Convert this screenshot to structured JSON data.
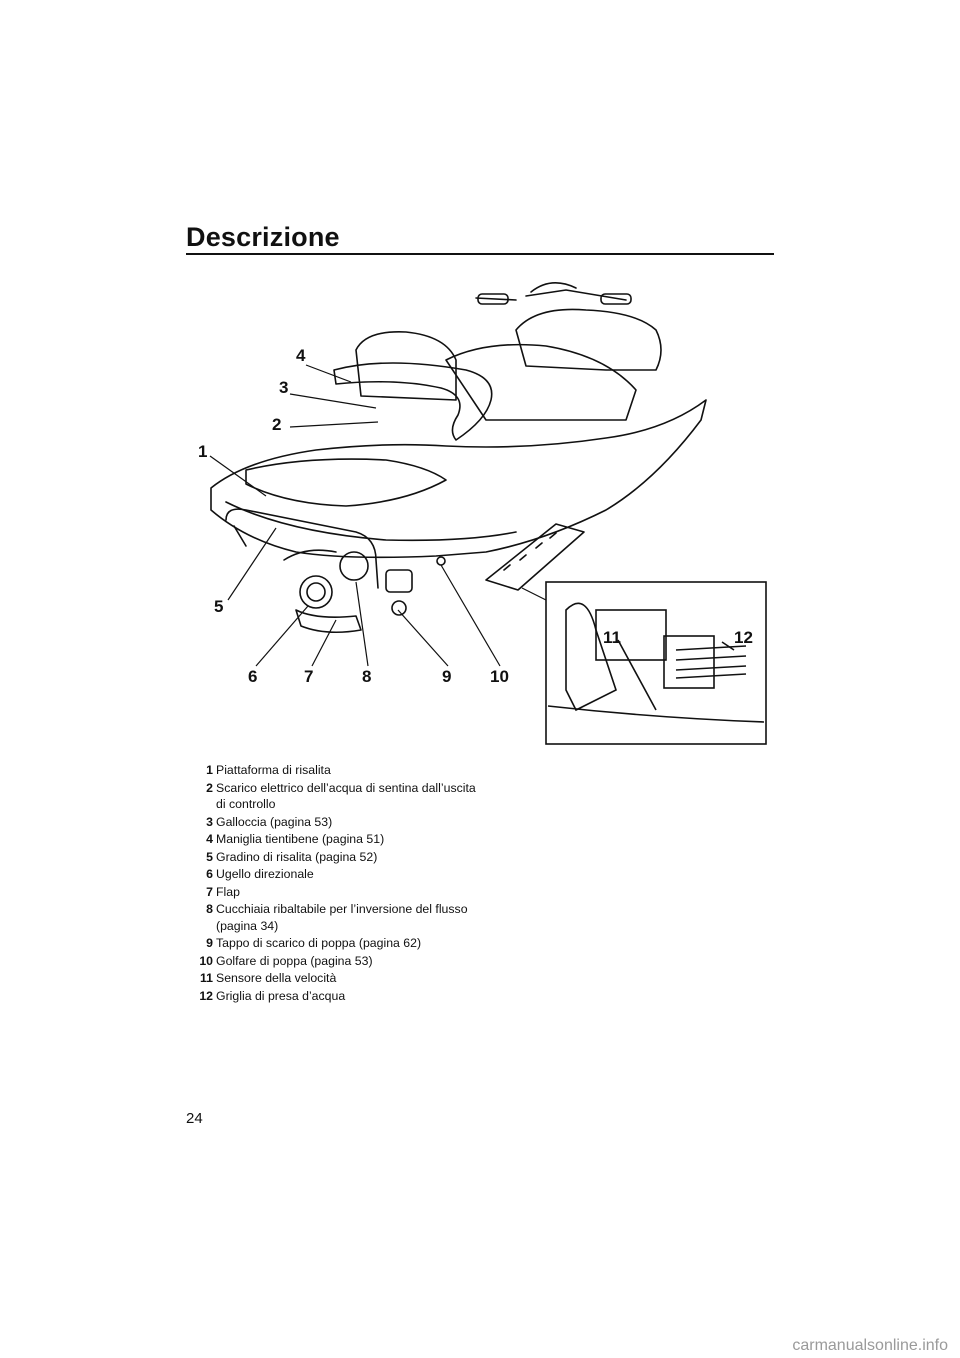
{
  "header": {
    "title": "Descrizione"
  },
  "figure": {
    "callouts": [
      "1",
      "2",
      "3",
      "4",
      "5",
      "6",
      "7",
      "8",
      "9",
      "10",
      "11",
      "12"
    ]
  },
  "legend": [
    {
      "num": "1",
      "text": "Piattaforma di risalita"
    },
    {
      "num": "2",
      "text": "Scarico elettrico dell’acqua di sentina dall’uscita di controllo"
    },
    {
      "num": "3",
      "text": "Galloccia (pagina 53)"
    },
    {
      "num": "4",
      "text": "Maniglia tientibene (pagina 51)"
    },
    {
      "num": "5",
      "text": "Gradino di risalita (pagina 52)"
    },
    {
      "num": "6",
      "text": "Ugello direzionale"
    },
    {
      "num": "7",
      "text": "Flap"
    },
    {
      "num": "8",
      "text": "Cucchiaia ribaltabile per l’inversione del flusso (pagina 34)"
    },
    {
      "num": "9",
      "text": "Tappo di scarico di poppa (pagina 62)"
    },
    {
      "num": "10",
      "text": "Golfare di poppa (pagina 53)"
    },
    {
      "num": "11",
      "text": "Sensore della velocità"
    },
    {
      "num": "12",
      "text": "Griglia di presa d’acqua"
    }
  ],
  "footer": {
    "page_number": "24",
    "watermark": "carmanualsonline.info"
  }
}
